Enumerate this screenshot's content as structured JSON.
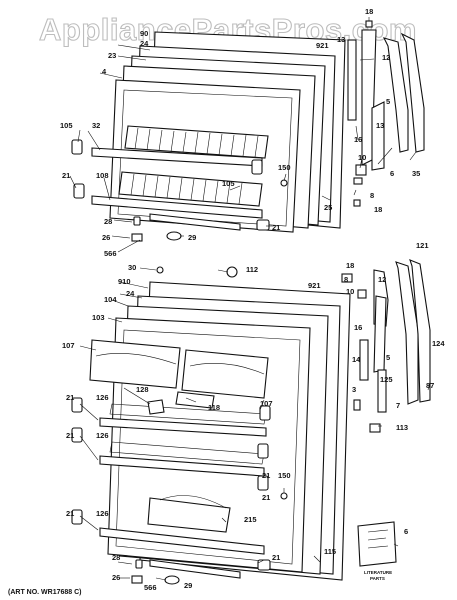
{
  "watermark": "AppliancePartsPros.com",
  "art_number": "(ART NO. WR17688 C)",
  "literature_label_line1": "LITERATURE",
  "literature_label_line2": "PARTS",
  "callouts": {
    "c18a": "18",
    "c90": "90",
    "c24a": "24",
    "c921a": "921",
    "c13": "13",
    "c12a": "12",
    "c23": "23",
    "c4": "4",
    "c5a": "5",
    "c105a": "105",
    "c32": "32",
    "c16a": "16",
    "c150a": "150",
    "c10a": "10",
    "c21a": "21",
    "c108": "108",
    "c105b": "105",
    "c8a": "8",
    "c6": "6",
    "c35": "35",
    "c25": "25",
    "c18b": "18",
    "c28a": "28",
    "c21b": "21",
    "c26a": "26",
    "c566a": "566",
    "c29a": "29",
    "c30": "30",
    "c112": "112",
    "c121": "121",
    "c910": "910",
    "c18c": "18",
    "c24b": "24",
    "c921b": "921",
    "c8b": "8",
    "c10b": "10",
    "c12b": "12",
    "c104": "104",
    "c103": "103",
    "c16b": "16",
    "c107a": "107",
    "c124": "124",
    "c14": "14",
    "c5b": "5",
    "c128": "128",
    "c118": "118",
    "c107b": "107",
    "c3": "3",
    "c125": "125",
    "c87": "87",
    "c7": "7",
    "c21c": "21",
    "c126a": "126",
    "c113": "113",
    "c21d": "21",
    "c126b": "126",
    "c150b": "150",
    "c21e": "21",
    "c21f": "21",
    "c126c": "126",
    "c215": "215",
    "c6b": "6",
    "c115": "115",
    "c21g": "21",
    "c28b": "28",
    "c21h": "21",
    "c26b": "26",
    "c566b": "566",
    "c29b": "29",
    "c13b": "13"
  }
}
